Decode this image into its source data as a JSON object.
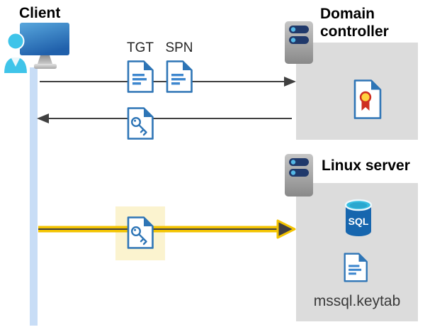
{
  "diagram": {
    "client": {
      "label": "Client"
    },
    "domain_controller": {
      "label": "Domain controller"
    },
    "linux_server": {
      "label": "Linux server"
    },
    "labels": {
      "tgt": "TGT",
      "spn": "SPN",
      "sql": "SQL",
      "keytab": "mssql.keytab"
    },
    "flows": [
      {
        "name": "ticket-request",
        "from": "client",
        "to": "domain-controller",
        "tickets": [
          "TGT",
          "SPN"
        ]
      },
      {
        "name": "key-response",
        "from": "domain-controller",
        "to": "client"
      },
      {
        "name": "authenticated-connection",
        "from": "client",
        "to": "linux-server",
        "highlighted": true
      }
    ],
    "colors": {
      "doc_blue": "#2E75B6",
      "doc_line_blue": "#3E87CE",
      "line_gray": "#404040",
      "timeline_blue": "#C8DDF6",
      "box_gray": "#DCDCDC",
      "arrow_yellow": "#F3C300",
      "highlight_yellow": "#FBF3CF",
      "sql_body_blue": "#1766AE",
      "sql_top_cyan": "#35BCE0",
      "cert_yellow": "#FFD23E",
      "cert_red": "#CE2E20",
      "person_cyan": "#3FC4E9"
    }
  }
}
